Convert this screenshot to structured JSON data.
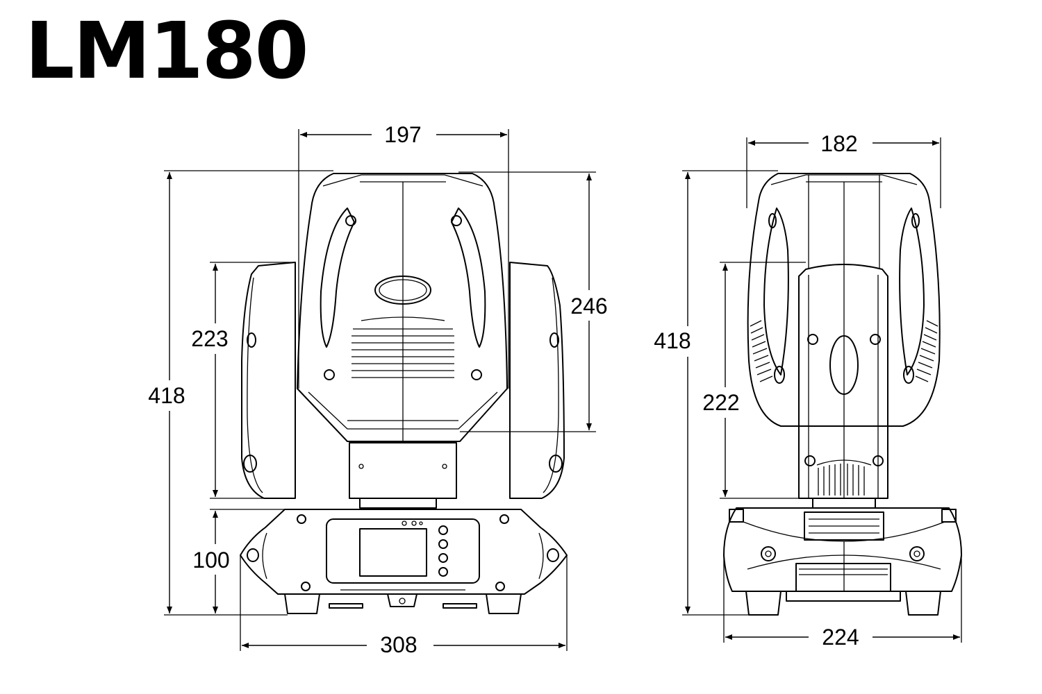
{
  "title": "LM180",
  "front_view": {
    "dimensions": {
      "head_width": "197",
      "head_height": "246",
      "yoke_height": "223",
      "total_height": "418",
      "base_height": "100",
      "base_width": "308"
    }
  },
  "side_view": {
    "dimensions": {
      "head_depth": "182",
      "total_height": "418",
      "yoke_height": "222",
      "base_depth": "224"
    }
  },
  "colors": {
    "line": "#000000",
    "background": "#ffffff"
  }
}
